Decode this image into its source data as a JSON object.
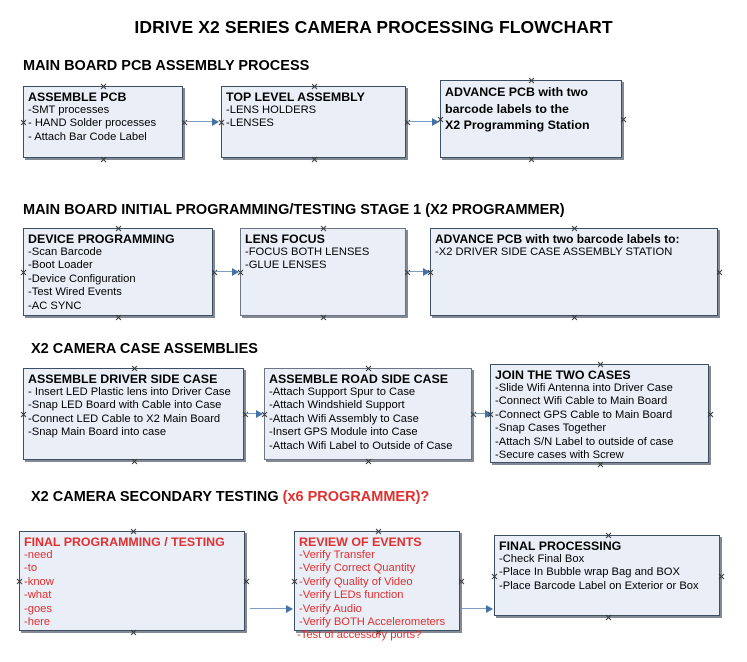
{
  "document": {
    "title": "IDRIVE X2  SERIES CAMERA PROCESSING FLOWCHART"
  },
  "colors": {
    "box_fill": "#e9eef7",
    "box_border": "#3d4f63",
    "connector": "#7f9dc0",
    "accent_red": "#e03030",
    "text": "#000000"
  },
  "sections": [
    {
      "id": "main-board-pcb-assembly-process",
      "heading": "MAIN BOARD PCB ASSEMBLY PROCESS",
      "heading_accent": "",
      "boxes": [
        {
          "id": "assemble-pcb",
          "title": "ASSEMBLE PCB",
          "lines": [
            "-SMT processes",
            "- HAND Solder processes",
            "- Attach Bar Code Label"
          ]
        },
        {
          "id": "top-level-assembly",
          "title": "TOP LEVEL ASSEMBLY",
          "lines": [
            "-LENS HOLDERS",
            "-LENSES"
          ]
        },
        {
          "id": "advance-pcb-to-x2-programming-station",
          "title_lines": [
            "ADVANCE PCB with two",
            "barcode labels to the",
            " X2 Programming Station"
          ],
          "lines": []
        }
      ]
    },
    {
      "id": "main-board-initial-programming",
      "heading": "MAIN BOARD INITIAL PROGRAMMING/TESTING STAGE 1 (X2 PROGRAMMER)",
      "heading_accent": "",
      "boxes": [
        {
          "id": "device-programming",
          "title": "DEVICE PROGRAMMING",
          "lines": [
            "-Scan Barcode",
            "-Boot Loader",
            "-Device Configuration",
            "-Test Wired Events",
            "-AC SYNC"
          ]
        },
        {
          "id": "lens-focus",
          "title": "LENS FOCUS",
          "lines": [
            "-FOCUS BOTH LENSES",
            "-GLUE LENSES"
          ]
        },
        {
          "id": "advance-pcb-to-driver-side-case-station",
          "title": "ADVANCE PCB with two barcode labels to:",
          "lines": [
            "-X2 DRIVER  SIDE  CASE  ASSEMBLY STATION"
          ]
        }
      ]
    },
    {
      "id": "x2-camera-case-assemblies",
      "heading": "X2 CAMERA CASE ASSEMBLIES",
      "heading_accent": "",
      "boxes": [
        {
          "id": "assemble-driver-side-case",
          "title": "ASSEMBLE DRIVER SIDE CASE",
          "lines": [
            "- Insert LED Plastic lens into Driver Case",
            "-Snap LED Board with Cable into Case",
            "-Connect LED Cable to X2 Main Board",
            "-Snap Main Board into case"
          ]
        },
        {
          "id": "assemble-road-side-case",
          "title": "ASSEMBLE ROAD SIDE CASE",
          "lines": [
            "-Attach Support Spur to Case",
            "-Attach Windshield Support",
            "-Attach Wifi Assembly to Case",
            "-Insert GPS Module into Case",
            "-Attach Wifi Label to Outside of Case"
          ]
        },
        {
          "id": "join-the-two-cases",
          "title": "JOIN THE TWO CASES",
          "lines": [
            "-Slide Wifi Antenna into Driver Case",
            "-Connect Wifi Cable to Main Board",
            "-Connect GPS Cable to Main Board",
            "-Snap Cases Together",
            "-Attach S/N Label to outside of case",
            "-Secure cases with Screw"
          ]
        }
      ]
    },
    {
      "id": "x2-camera-secondary-testing",
      "heading": "X2 CAMERA SECONDARY TESTING ",
      "heading_accent": "(x6 PROGRAMMER)?",
      "boxes": [
        {
          "id": "final-programming-testing",
          "title": "FINAL PROGRAMMING / TESTING",
          "lines": [
            "-need",
            "-to",
            "-know",
            "-what",
            "-goes",
            "-here"
          ]
        },
        {
          "id": "review-of-events",
          "title": "REVIEW OF EVENTS",
          "lines": [
            "-Verify Transfer",
            "-Verify Correct Quantity",
            "-Verify Quality of Video",
            "-Verify LEDs function",
            "-Verify Audio",
            "-Verify BOTH Accelerometers"
          ],
          "overflow_line": "-Test of accessory ports?"
        },
        {
          "id": "final-processing",
          "title": "FINAL PROCESSING",
          "lines": [
            " -Check Final Box",
            "-Place In Bubble wrap Bag and BOX",
            "-Place Barcode Label on Exterior or Box"
          ]
        }
      ]
    }
  ]
}
